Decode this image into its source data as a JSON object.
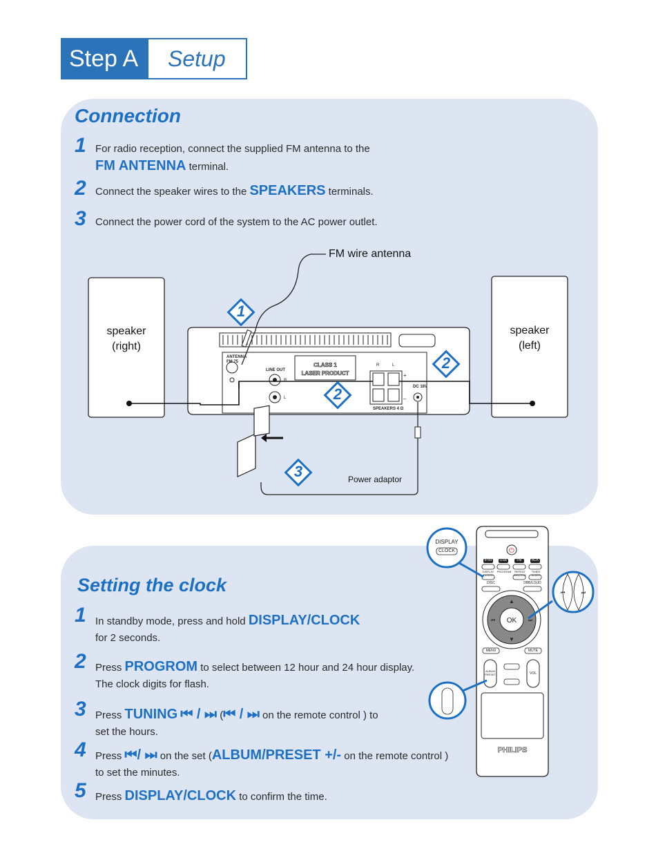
{
  "header": {
    "step": "Step A",
    "title": "Setup"
  },
  "connection": {
    "title": "Connection",
    "steps": [
      {
        "num": "1",
        "pre": "For radio reception, connect the supplied FM antenna to the",
        "kw": "FM ANTENNA",
        "post": " terminal."
      },
      {
        "num": "2",
        "pre": "Connect the speaker wires to the ",
        "kw": "SPEAKERS",
        "post": " terminals."
      },
      {
        "num": "3",
        "pre": "Connect the power cord of the system to the AC power outlet.",
        "kw": "",
        "post": ""
      }
    ],
    "diagram": {
      "fm_label": "FM wire antenna",
      "speaker_right": "speaker\n(right)",
      "speaker_left": "speaker\n(left)",
      "power_adaptor": "Power adaptor",
      "callouts": [
        "1",
        "2",
        "2",
        "3"
      ],
      "unit_labels": {
        "antenna": "ANTENNA FM 75",
        "line_out": "LINE OUT",
        "laser": "CLASS 1 LASER PRODUCT",
        "r": "R",
        "l": "L",
        "dc": "DC 18V",
        "speakers": "SPEAKERS 4 Ω",
        "plus": "+",
        "minus": "–"
      }
    }
  },
  "clock": {
    "title": "Setting the clock",
    "steps": [
      {
        "num": "1",
        "line1_pre": "In standby mode, press and hold ",
        "line1_kw": "DISPLAY/CLOCK",
        "line2": "for 2 seconds."
      },
      {
        "num": "2",
        "line1_pre": "Press ",
        "line1_kw": "PROGROM",
        "line1_post": " to select between 12 hour and 24 hour display.",
        "line2": "The clock digits for flash."
      },
      {
        "num": "3",
        "line1_pre": "Press ",
        "line1_kw": "TUNING",
        "line1_post": " on the remote control ) to",
        "line2": "set the hours."
      },
      {
        "num": "4",
        "line1_pre": "Press ",
        "line1_mid": " on the set (",
        "line1_kw": "ALBUM/PRESET +/-",
        "line1_post": " on the remote control )",
        "line2": "to set the minutes."
      },
      {
        "num": "5",
        "line1_pre": "Press ",
        "line1_kw": "DISPLAY/CLOCK",
        "line1_post": " to confirm the time."
      }
    ],
    "remote": {
      "brand": "PHILIPS",
      "ok": "OK",
      "display_callout": [
        "DISPLAY",
        "CLOCK"
      ],
      "source_buttons": [
        "iPod",
        "USB",
        "FM",
        "AUX"
      ],
      "row2": [
        "DISPLAY CLOCK",
        "PROGRAM",
        "REPEAT SHUFFLE",
        "TIMER SLEEP"
      ],
      "disc": "DISC",
      "dbb": "DBB/LOUD",
      "menu": "MENU",
      "mute": "MUTE",
      "album": "ALBUM PRESET",
      "vol": "VOL"
    }
  },
  "colors": {
    "accent": "#1d6fc2",
    "panel": "#dde5f3",
    "header": "#2a73b8"
  }
}
